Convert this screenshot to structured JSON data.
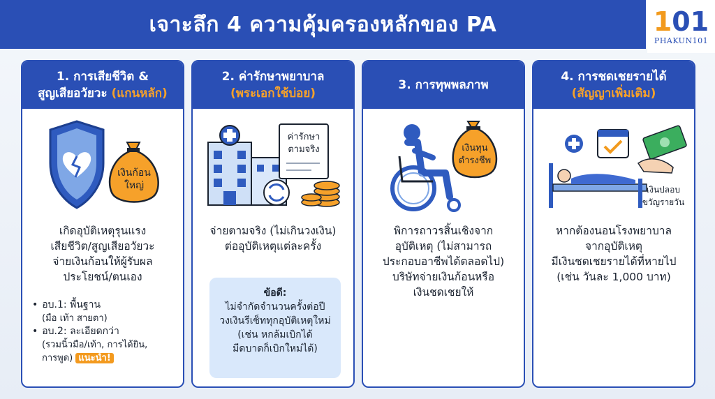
{
  "title": "เจาะลึก 4 ความคุ้มครองหลักของ PA",
  "logo": {
    "mark_orange": "1",
    "mark_mid": "0",
    "mark_end": "1",
    "text": "PHAKUN101"
  },
  "colors": {
    "primary": "#2a4fb5",
    "accent": "#f39a1f",
    "panel": "#d9e8fb"
  },
  "cards": [
    {
      "heading_line1": "1. การเสียชีวิต &",
      "heading_line2": "สูญเสียอวัยวะ",
      "heading_highlight": "(แกนหลัก)",
      "icon_label_line1": "เงินก้อน",
      "icon_label_line2": "ใหญ่",
      "desc": [
        "เกิดอุบัติเหตุรุนแรง",
        "เสียชีวิต/สูญเสียอวัยวะ",
        "จ่ายเงินก้อนให้ผู้รับผล",
        "ประโยชน์/ตนเอง"
      ],
      "bullets": [
        {
          "label": "อบ.1: พื้นฐาน",
          "sub": [
            "(มือ เท้า สายตา)"
          ]
        },
        {
          "label": "อบ.2: ละเอียดกว่า",
          "sub": [
            "(รวมนิ้วมือ/เท้า, การได้ยิน,",
            "การพูด)"
          ],
          "badge": "แนะนำ!"
        }
      ]
    },
    {
      "heading_line1": "2. ค่ารักษาพยาบาล",
      "heading_highlight": "(พระเอกใช้บ่อย)",
      "icon_label_line1": "ค่ารักษา",
      "icon_label_line2": "ตามจริง",
      "desc": [
        "จ่ายตามจริง (ไม่เกินวงเงิน)",
        "ต่ออุบัติเหตุแต่ละครั้ง"
      ],
      "advantage": {
        "title": "ข้อดี:",
        "lines": [
          "ไม่จำกัดจำนวนครั้งต่อปี",
          "วงเงินรีเซ็ททุกอุบัติเหตุใหม่",
          "(เช่น หกล้มเบิกได้",
          "มีดบาดก็เบิกใหม่ได้)"
        ]
      }
    },
    {
      "heading_line1": "3. การทุพพลภาพ",
      "icon_label_line1": "เงินทุน",
      "icon_label_line2": "ดำรงชีพ",
      "desc": [
        "พิการถาวรสิ้นเชิงจาก",
        "อุบัติเหตุ (ไม่สามารถ",
        "ประกอบอาชีพได้ตลอดไป)",
        "บริษัทจ่ายเงินก้อนหรือ",
        "เงินชดเชยให้"
      ]
    },
    {
      "heading_line1": "4. การชดเชยรายได้",
      "heading_highlight": "(สัญญาเพิ่มเติม)",
      "icon_label_line1": "เงินปลอบ",
      "icon_label_line2": "ขวัญรายวัน",
      "desc": [
        "หากต้องนอนโรงพยาบาล",
        "จากอุบัติเหตุ",
        "มีเงินชดเชยรายได้ที่หายไป",
        "(เช่น วันละ 1,000 บาท)"
      ]
    }
  ]
}
